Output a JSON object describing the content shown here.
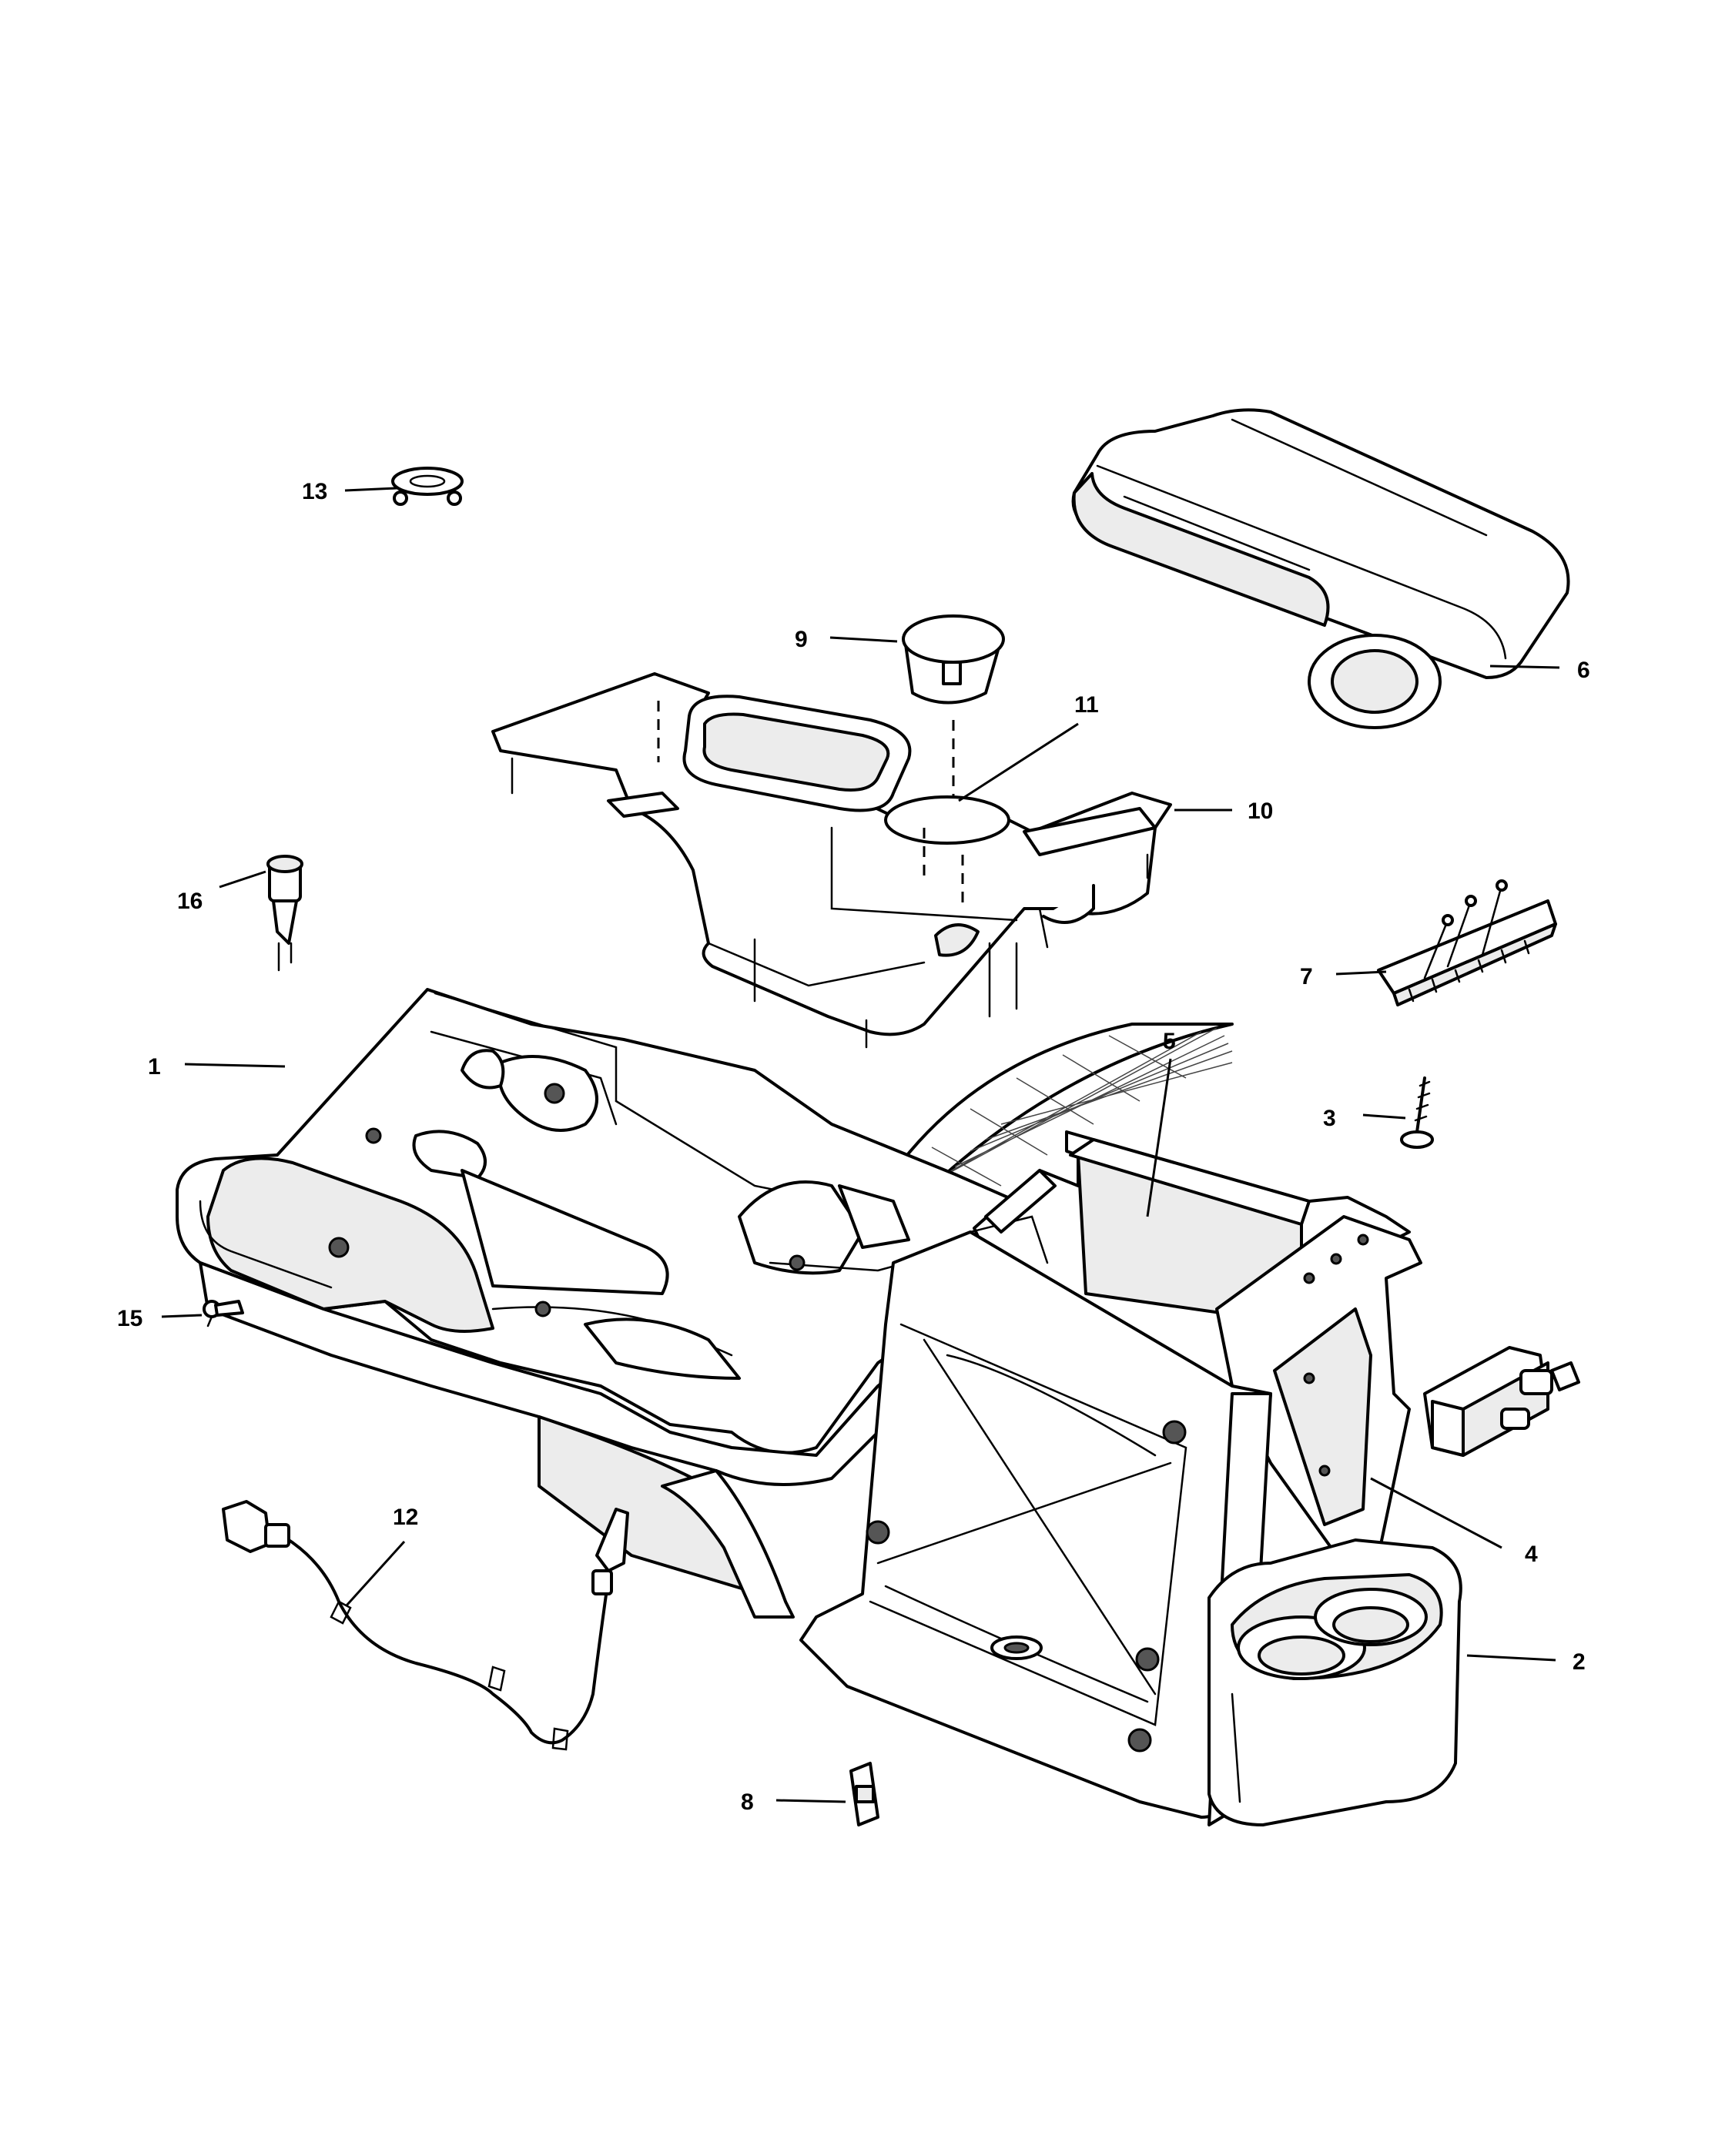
{
  "diagram": {
    "callouts": [
      {
        "id": "1",
        "label": "1"
      },
      {
        "id": "2",
        "label": "2"
      },
      {
        "id": "3",
        "label": "3"
      },
      {
        "id": "4",
        "label": "4"
      },
      {
        "id": "5",
        "label": "5"
      },
      {
        "id": "6",
        "label": "6"
      },
      {
        "id": "7",
        "label": "7"
      },
      {
        "id": "8",
        "label": "8"
      },
      {
        "id": "9",
        "label": "9"
      },
      {
        "id": "10",
        "label": "10"
      },
      {
        "id": "11",
        "label": "11"
      },
      {
        "id": "12",
        "label": "12"
      },
      {
        "id": "13",
        "label": "13"
      },
      {
        "id": "15",
        "label": "15"
      },
      {
        "id": "16",
        "label": "16"
      }
    ],
    "colors": {
      "line": "#000000",
      "background": "#ffffff",
      "shade": "#ececec"
    }
  }
}
